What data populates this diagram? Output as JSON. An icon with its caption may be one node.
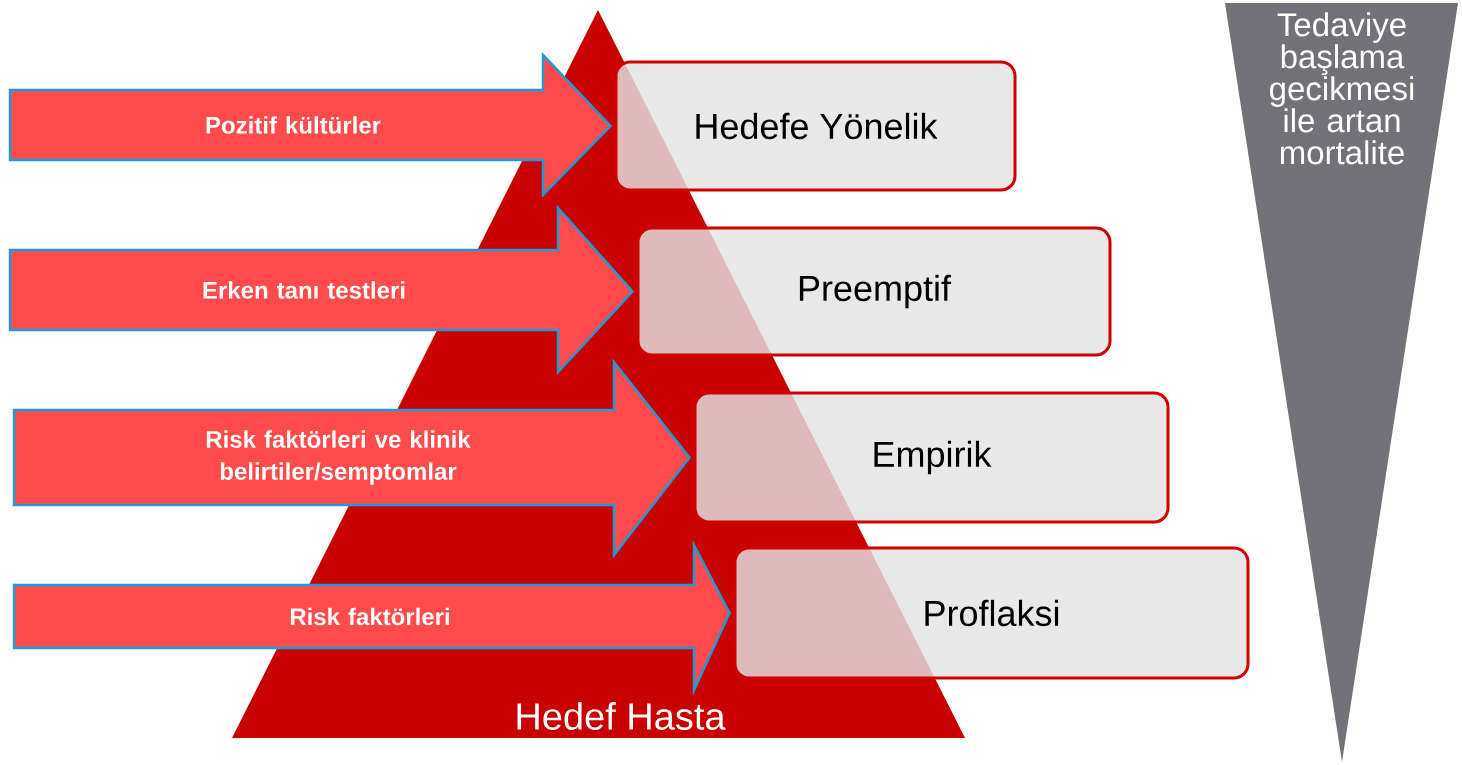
{
  "diagram": {
    "nodes": [
      {
        "text": [
          "Hedefe Yönelik"
        ]
      },
      {
        "text": [
          "Preemptif"
        ]
      },
      {
        "text": [
          "Empirik"
        ]
      },
      {
        "text": [
          "Proflaksi"
        ]
      },
      {
        "text": [
          "Hedef Hasta"
        ]
      },
      {
        "text": [
          "Tedaviye başlama gecikmesi ile artan mortalite"
        ]
      }
    ],
    "edges": [
      {
        "from": null,
        "to": 0,
        "arrow": "to",
        "label": "Pozitif kültürler"
      },
      {
        "from": null,
        "to": 1,
        "arrow": "to",
        "label": "Erken tanı testleri"
      },
      {
        "from": null,
        "to": 2,
        "arrow": "to",
        "label": "Risk faktörleri ve klinik belirtiler/semptomlar"
      },
      {
        "from": null,
        "to": 3,
        "arrow": "to",
        "label": "Risk faktörleri"
      }
    ]
  }
}
